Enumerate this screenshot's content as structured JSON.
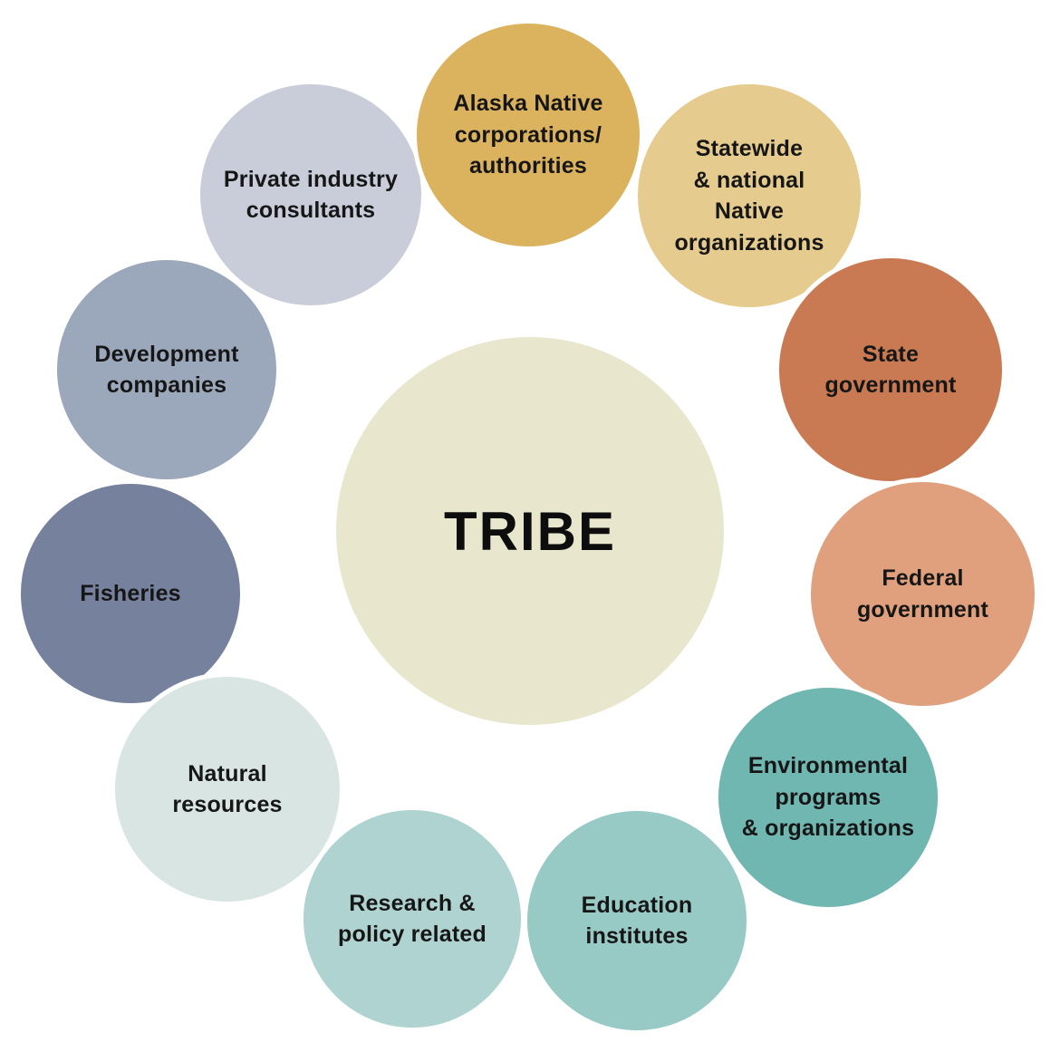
{
  "diagram": {
    "background_color": "#ffffff",
    "text_color": "#161616",
    "center": {
      "label": "TRIBE",
      "color": "#E8E7CE"
    },
    "nodes": [
      {
        "name": "alaska-native-corporations-authorities",
        "label": "Alaska Native\ncorporations/\nauthorities",
        "color": "#DBB35E"
      },
      {
        "name": "statewide-national-native-organizations",
        "label": "Statewide\n& national\nNative\norganizations",
        "color": "#E5CB8D"
      },
      {
        "name": "state-government",
        "label": "State\ngovernment",
        "color": "#C97A52"
      },
      {
        "name": "federal-government",
        "label": "Federal\ngovernment",
        "color": "#E0A07D"
      },
      {
        "name": "environmental-programs-organizations",
        "label": "Environmental\nprograms\n& organizations",
        "color": "#70B6B1"
      },
      {
        "name": "education-institutes",
        "label": "Education\ninstitutes",
        "color": "#97CAC5"
      },
      {
        "name": "research-policy-related",
        "label": "Research &\npolicy related",
        "color": "#AFD3D0"
      },
      {
        "name": "natural-resources",
        "label": "Natural\nresources",
        "color": "#D8E5E3"
      },
      {
        "name": "fisheries",
        "label": "Fisheries",
        "color": "#75819D"
      },
      {
        "name": "development-companies",
        "label": "Development\ncompanies",
        "color": "#9BA8BB"
      },
      {
        "name": "private-industry-consultants",
        "label": "Private industry\nconsultants",
        "color": "#C8CDD9"
      }
    ]
  }
}
